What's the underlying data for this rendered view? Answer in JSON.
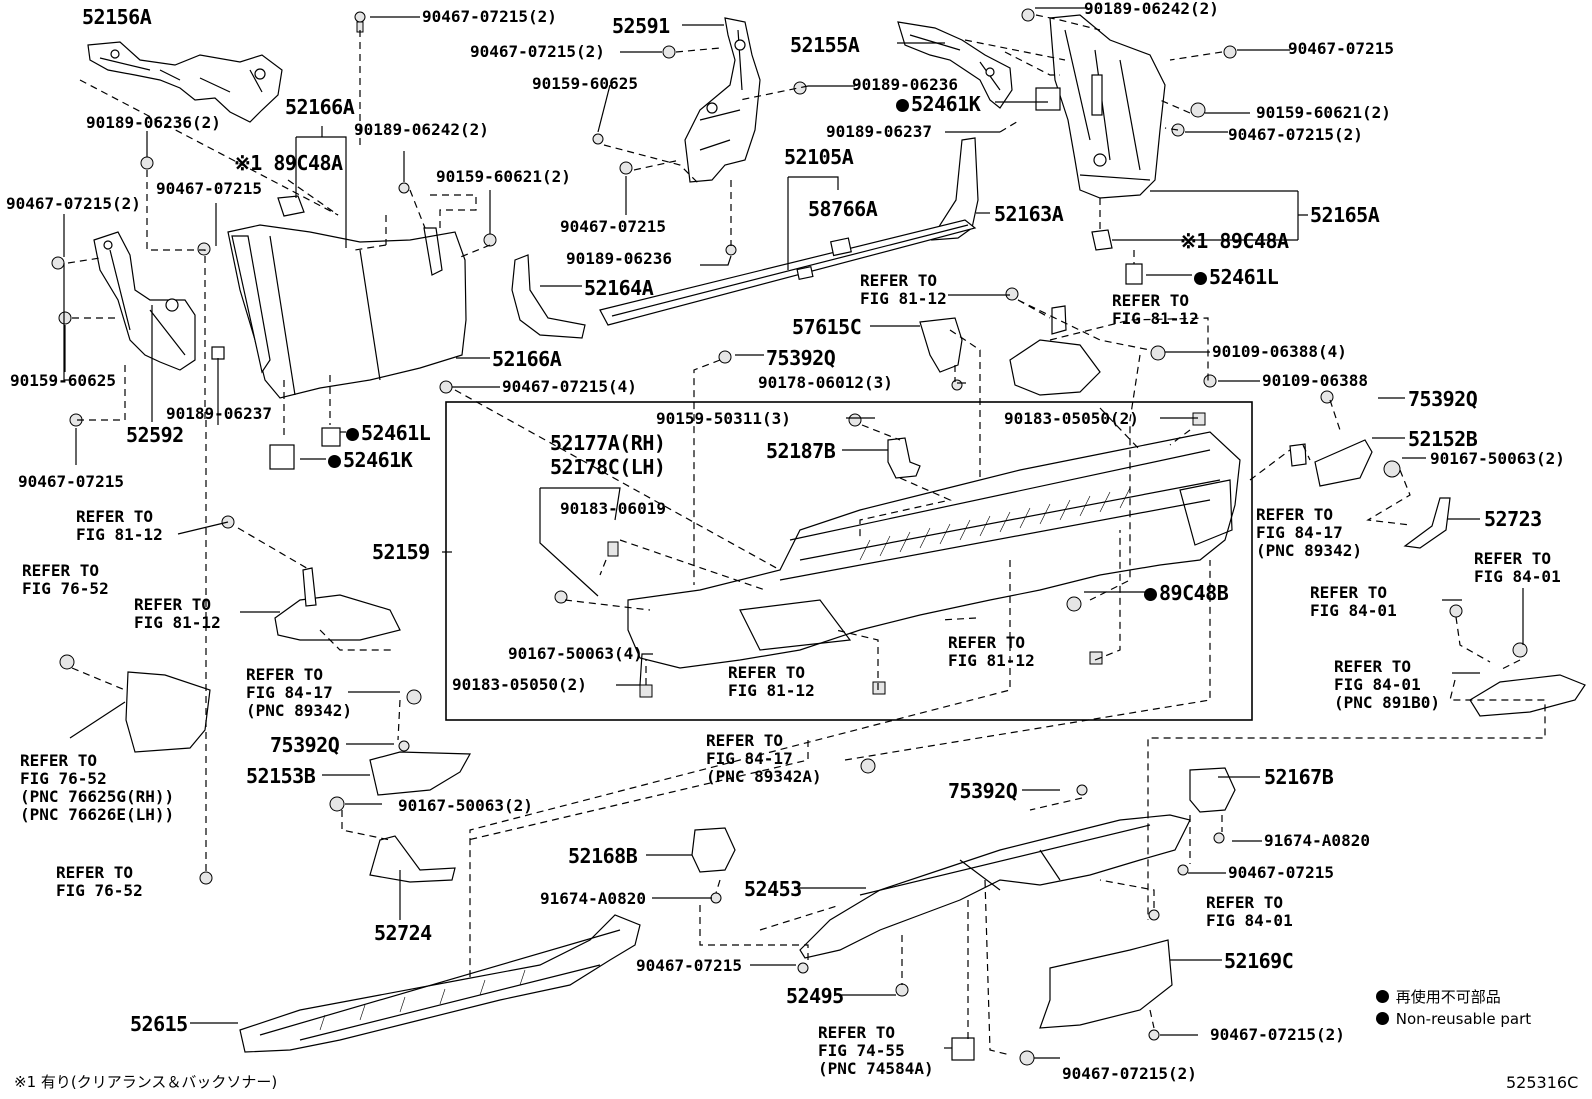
{
  "labels": {
    "p52156A": "52156A",
    "p90467_07215_2_top": "90467-07215(2)",
    "p52591": "52591",
    "p90467_07215_2_b": "90467-07215(2)",
    "p90159_60625_a": "90159-60625",
    "p52166A_top": "52166A",
    "p90189_06236_2": "90189-06236(2)",
    "p189C48A_l": "※1 89C48A",
    "p90189_06242_2_l": "90189-06242(2)",
    "p90159_60621_2_l": "90159-60621(2)",
    "p90467_07215_a": "90467-07215",
    "p90467_07215_2_l": "90467-07215(2)",
    "p90159_60625_b": "90159-60625",
    "p52592": "52592",
    "p90189_06237_l": "90189-06237",
    "p90467_07215_b": "90467-07215",
    "p52164A": "52164A",
    "p52166A_r": "52166A",
    "p90467_07215_4": "90467-07215(4)",
    "p52461L_l": "52461L",
    "p52461K_l": "52461K",
    "p90467_07215_c": "90467-07215",
    "p90189_06236_c": "90189-06236",
    "p52155A": "52155A",
    "p90189_06236_b": "90189-06236",
    "p52461K_r": "52461K",
    "p90189_06237_r": "90189-06237",
    "p52105A": "52105A",
    "p58766A": "58766A",
    "p52163A": "52163A",
    "p90189_06242_2_r": "90189-06242(2)",
    "p90467_07215_r": "90467-07215",
    "p90159_60621_2_r": "90159-60621(2)",
    "p90467_07215_2_r": "90467-07215(2)",
    "p52165A": "52165A",
    "p189C48A_r": "※1 89C48A",
    "p52461L_r": "52461L",
    "refer_81_12_a": [
      "REFER TO",
      "FIG 81-12"
    ],
    "refer_81_12_b": [
      "REFER TO",
      "FIG 81-12"
    ],
    "p57615C": "57615C",
    "p75392Q_a": "75392Q",
    "p90178_06012_3": "90178-06012(3)",
    "p90109_06388_4": "90109-06388(4)",
    "p90109_06388": "90109-06388",
    "p52177A": "52177A(RH)",
    "p52178C": "52178C(LH)",
    "p90159_50311_3": "90159-50311(3)",
    "p90183_05050_2_t": "90183-05050(2)",
    "p52187B": "52187B",
    "p90183_06019": "90183-06019",
    "p52159": "52159",
    "p90167_50063_4": "90167-50063(4)",
    "p90183_05050_2_b": "90183-05050(2)",
    "refer_81_12_c": [
      "REFER TO",
      "FIG 81-12"
    ],
    "refer_81_12_d": [
      "REFER TO",
      "FIG 81-12"
    ],
    "p89C48B": "89C48B",
    "p75392Q_b": "75392Q",
    "p52152B": "52152B",
    "p90167_50063_2_r": "90167-50063(2)",
    "refer_84_17_a": [
      "REFER TO",
      "FIG 84-17",
      "(PNC 89342)"
    ],
    "p52723": "52723",
    "refer_84_01_a": [
      "REFER TO",
      "FIG 84-01"
    ],
    "refer_84_01_b": [
      "REFER TO",
      "FIG 84-01"
    ],
    "refer_84_01_c": [
      "REFER TO",
      "FIG 84-01",
      "(PNC 891B0)"
    ],
    "refer_81_12_e": [
      "REFER TO",
      "FIG 81-12"
    ],
    "refer_76_52_a": [
      "REFER TO",
      "FIG 76-52"
    ],
    "refer_81_12_f": [
      "REFER TO",
      "FIG 81-12"
    ],
    "refer_84_17_b": [
      "REFER TO",
      "FIG 84-17",
      "(PNC 89342)"
    ],
    "refer_76_52_b": [
      "REFER TO",
      "FIG 76-52",
      "(PNC 76625G(RH))",
      "(PNC 76626E(LH))"
    ],
    "p75392Q_c": "75392Q",
    "p52153B": "52153B",
    "p90167_50063_2_l": "90167-50063(2)",
    "refer_84_17_c": [
      "REFER TO",
      "FIG 84-17",
      "(PNC 89342A)"
    ],
    "refer_76_52_c": [
      "REFER TO",
      "FIG 76-52"
    ],
    "p52724": "52724",
    "p75392Q_d": "75392Q",
    "p52167B": "52167B",
    "p91674_A0820_r": "91674-A0820",
    "p90467_07215_m": "90467-07215",
    "refer_84_01_d": [
      "REFER TO",
      "FIG 84-01"
    ],
    "p52168B": "52168B",
    "p91674_A0820_l": "91674-A0820",
    "p52453": "52453",
    "p52169C": "52169C",
    "p90467_07215_bl": "90467-07215",
    "p52495": "52495",
    "refer_74_55": [
      "REFER TO",
      "FIG 74-55",
      "(PNC 74584A)"
    ],
    "p90467_07215_2_br": "90467-07215(2)",
    "p90467_07215_2_bb": "90467-07215(2)",
    "p52615": "52615"
  },
  "legend": {
    "jp": "再使用不可部品",
    "en": "Non-reusable part"
  },
  "footnote": "※1 有り(クリアランス＆バックソナー)",
  "figure_code": "525316C"
}
